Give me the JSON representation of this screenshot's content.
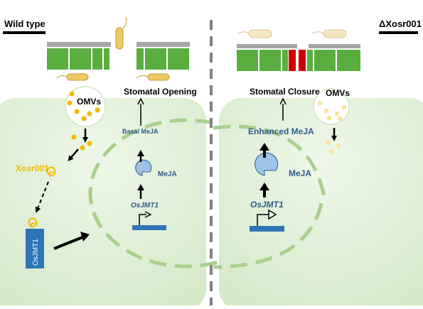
{
  "left_panel": {
    "title": "Wild type",
    "omvs_label": "OMVs",
    "effector_label": "Xosr001",
    "receptor_label": "OsJMT1",
    "outcome_label": "Stomatal Opening",
    "meja_level_label": "Basal MeJA",
    "meja_label": "MeJA",
    "gene_label": "OsJMT1"
  },
  "right_panel": {
    "title": "ΔXosr001",
    "omvs_label": "OMVs",
    "outcome_label": "Stomatal Closure",
    "meja_level_label": "Enhanced MeJA",
    "meja_label": "MeJA",
    "gene_label": "OsJMT1"
  },
  "colors": {
    "cell_green": "#5aae3f",
    "cell_fill": "#e4f2dc",
    "nucleus_dash": "#a8d08d",
    "gray_bar": "#a6a6a6",
    "bacterium": "#f0c86a",
    "omv_dot": "#f5b800",
    "omv_dot_light": "#fae39a",
    "label_blue": "#2f5c8f",
    "gene_blue": "#2e75b6",
    "meja_blue": "#9dc3e6",
    "xosr001_yellow": "#f5b800",
    "closure_red": "#cc0000",
    "divider_gray": "#808080"
  }
}
